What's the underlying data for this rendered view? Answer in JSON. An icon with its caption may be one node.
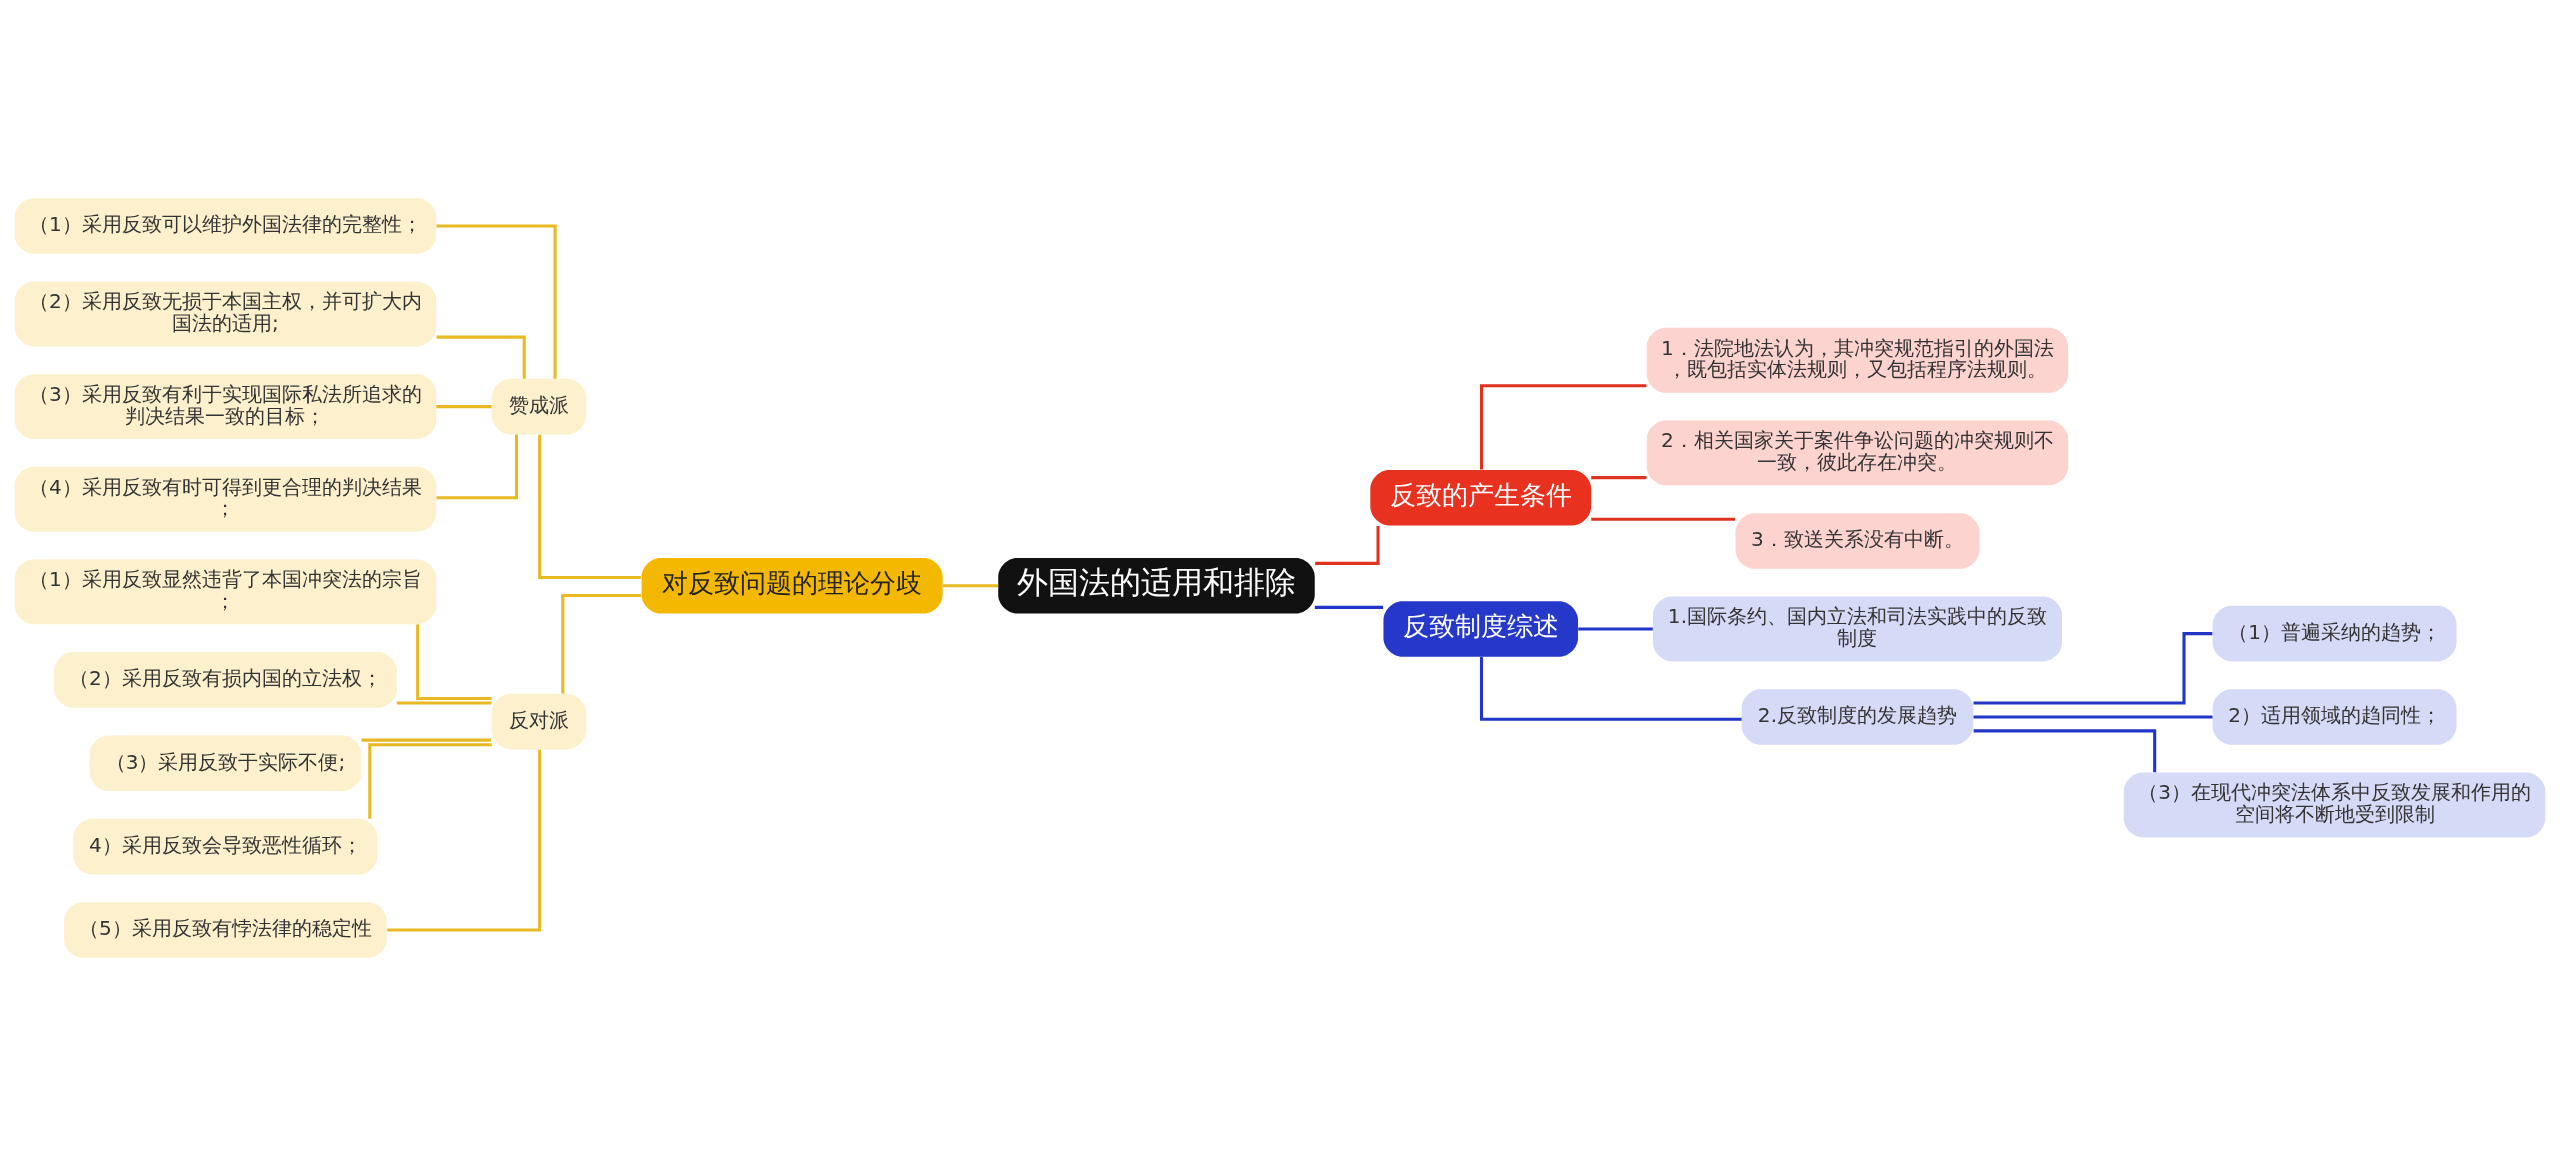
{
  "diagram": {
    "nodes": [
      {
        "text": [
          "外国法的适用和排除"
        ]
      },
      {
        "text": [
          "对反致问题的理论分歧"
        ]
      },
      {
        "text": [
          "赞成派"
        ]
      },
      {
        "text": [
          "（1）采用反致可以维护外国法律的完整性；"
        ]
      },
      {
        "text": [
          "（2）采用反致无损于本国主权，并可扩大内国法的适用;"
        ]
      },
      {
        "text": [
          "（3）采用反致有利于实现国际私法所追求的判决结果一致的目标；"
        ]
      },
      {
        "text": [
          "（4）采用反致有时可得到更合理的判决结果；"
        ]
      },
      {
        "text": [
          "反对派"
        ]
      },
      {
        "text": [
          "（1）采用反致显然违背了本国冲突法的宗旨；"
        ]
      },
      {
        "text": [
          "（2）采用反致有损内国的立法权；"
        ]
      },
      {
        "text": [
          "（3）采用反致于实际不便;"
        ]
      },
      {
        "text": [
          "4）采用反致会导致恶性循环；"
        ]
      },
      {
        "text": [
          "（5）采用反致有悖法律的稳定性"
        ]
      },
      {
        "text": [
          "反致的产生条件"
        ]
      },
      {
        "text": [
          "1．法院地法认为，其冲突规范指引的外国法，既包括实体法规则，又包括程序法规则。"
        ]
      },
      {
        "text": [
          "2．相关国家关于案件争讼问题的冲突规则不一致，彼此存在冲突。"
        ]
      },
      {
        "text": [
          "3．致送关系没有中断。"
        ]
      },
      {
        "text": [
          "反致制度综述"
        ]
      },
      {
        "text": [
          "1.国际条约、国内立法和司法实践中的反致制度"
        ]
      },
      {
        "text": [
          "2.反致制度的发展趋势"
        ]
      },
      {
        "text": [
          "（1）普遍采纳的趋势；"
        ]
      },
      {
        "text": [
          "2）适用领域的趋同性；"
        ]
      },
      {
        "text": [
          "（3）在现代冲突法体系中反致发展和作用的空间将不断地受到限制"
        ]
      }
    ],
    "edges": [
      {
        "from": 0,
        "to": 1,
        "arrow": "none"
      },
      {
        "from": 1,
        "to": 2,
        "arrow": "none"
      },
      {
        "from": 2,
        "to": 3,
        "arrow": "none"
      },
      {
        "from": 2,
        "to": 4,
        "arrow": "none"
      },
      {
        "from": 2,
        "to": 5,
        "arrow": "none"
      },
      {
        "from": 2,
        "to": 6,
        "arrow": "none"
      },
      {
        "from": 1,
        "to": 7,
        "arrow": "none"
      },
      {
        "from": 7,
        "to": 8,
        "arrow": "none"
      },
      {
        "from": 7,
        "to": 9,
        "arrow": "none"
      },
      {
        "from": 7,
        "to": 10,
        "arrow": "none"
      },
      {
        "from": 7,
        "to": 11,
        "arrow": "none"
      },
      {
        "from": 7,
        "to": 12,
        "arrow": "none"
      },
      {
        "from": 0,
        "to": 13,
        "arrow": "none",
        "color": "#e0301e"
      },
      {
        "from": 13,
        "to": 14,
        "arrow": "none",
        "color": "#e0301e"
      },
      {
        "from": 13,
        "to": 15,
        "arrow": "none",
        "color": "#e0301e"
      },
      {
        "from": 13,
        "to": 16,
        "arrow": "none",
        "color": "#e0301e"
      },
      {
        "from": 0,
        "to": 17,
        "arrow": "none",
        "color": "#2135c8"
      },
      {
        "from": 17,
        "to": 18,
        "arrow": "none",
        "color": "#2135c8"
      },
      {
        "from": 17,
        "to": 19,
        "arrow": "none",
        "color": "#2135c8"
      },
      {
        "from": 19,
        "to": 20,
        "arrow": "none",
        "color": "#2135c8"
      },
      {
        "from": 19,
        "to": 21,
        "arrow": "none",
        "color": "#2135c8"
      },
      {
        "from": 19,
        "to": 22,
        "arrow": "none",
        "color": "#2135c8"
      }
    ]
  }
}
